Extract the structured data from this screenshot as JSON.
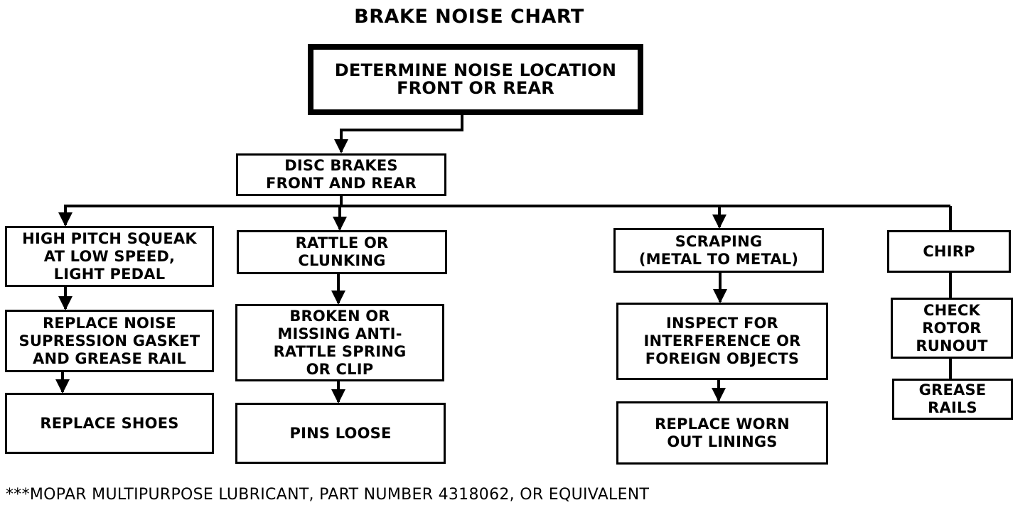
{
  "title": "BRAKE NOISE CHART",
  "nodes": {
    "root": "DETERMINE NOISE LOCATION\nFRONT OR REAR",
    "disc": "DISC BRAKES\nFRONT AND REAR",
    "squeak": "HIGH PITCH SQUEAK\nAT LOW SPEED,\nLIGHT PEDAL",
    "gasket": "REPLACE NOISE\nSUPRESSION GASKET\nAND GREASE RAIL",
    "shoes": "REPLACE SHOES",
    "rattle": "RATTLE OR\nCLUNKING",
    "spring": "BROKEN OR\nMISSING ANTI-\nRATTLE SPRING\nOR CLIP",
    "pins": "PINS LOOSE",
    "scraping": "SCRAPING\n(METAL TO METAL)",
    "inspect": "INSPECT FOR\nINTERFERENCE OR\nFOREIGN OBJECTS",
    "linings": "REPLACE WORN\nOUT LININGS",
    "chirp": "CHIRP",
    "runout": "CHECK\nROTOR\nRUNOUT",
    "grease": "GREASE\nRAILS"
  },
  "footnote": "***MOPAR MULTIPURPOSE LUBRICANT, PART NUMBER 4318062, OR EQUIVALENT"
}
